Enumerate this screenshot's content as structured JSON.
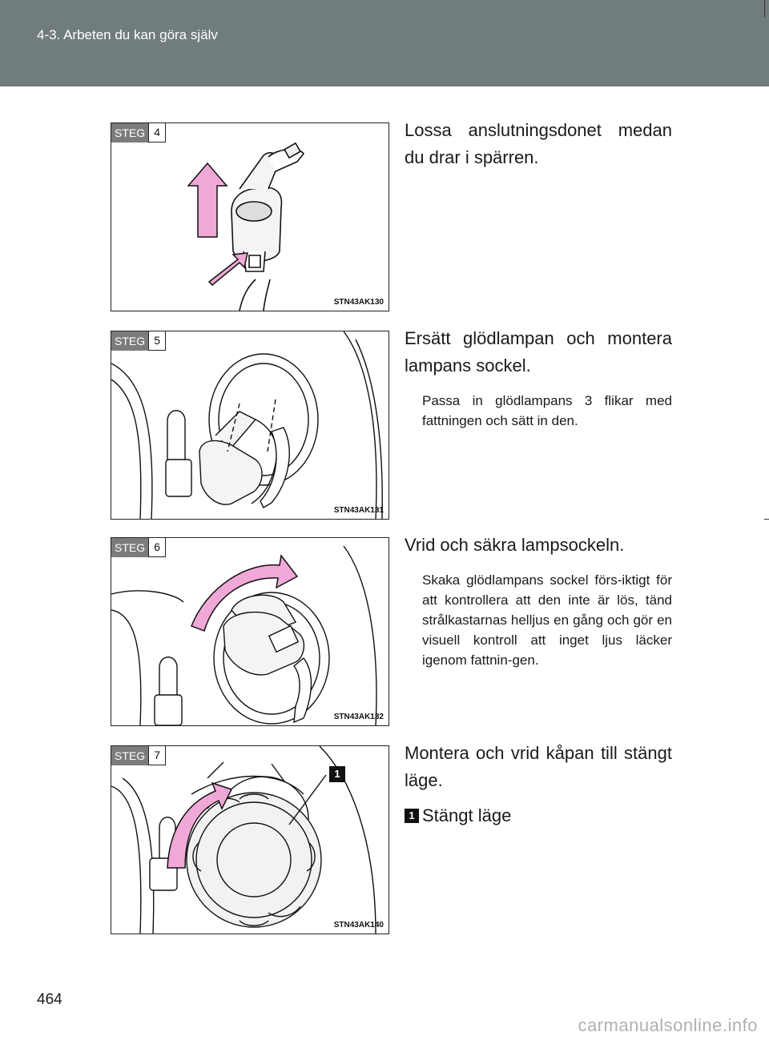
{
  "header": {
    "title": "4-3. Arbeten du kan göra själv"
  },
  "steps": [
    {
      "word": "STEG",
      "number": "4",
      "figure_code": "STN43AK130",
      "text": "Lossa anslutningsdonet medan du drar i spärren.",
      "subtext": ""
    },
    {
      "word": "STEG",
      "number": "5",
      "figure_code": "STN43AK131",
      "text": "Ersätt glödlampan och montera lampans sockel.",
      "subtext": "Passa in glödlampans 3 flikar med fattningen och sätt in den."
    },
    {
      "word": "STEG",
      "number": "6",
      "figure_code": "STN43AK132",
      "text": "Vrid och säkra lampsockeln.",
      "subtext": "Skaka glödlampans sockel förs-iktigt för att kontrollera att den inte är lös, tänd strålkastarnas helljus en gång och gör en visuell kontroll att inget ljus läcker igenom fattnin-gen."
    },
    {
      "word": "STEG",
      "number": "7",
      "figure_code": "STN43AK140",
      "text": "Montera och vrid kåpan till stängt läge.",
      "subtext": "",
      "callout": "1",
      "legend": {
        "marker": "1",
        "label": "Stängt läge"
      }
    }
  ],
  "colors": {
    "header": "#717d7d",
    "badge": "#7c7c7c",
    "arrow": "#f0a8d8"
  },
  "page_number": "464",
  "watermark": "carmanualsonline.info"
}
